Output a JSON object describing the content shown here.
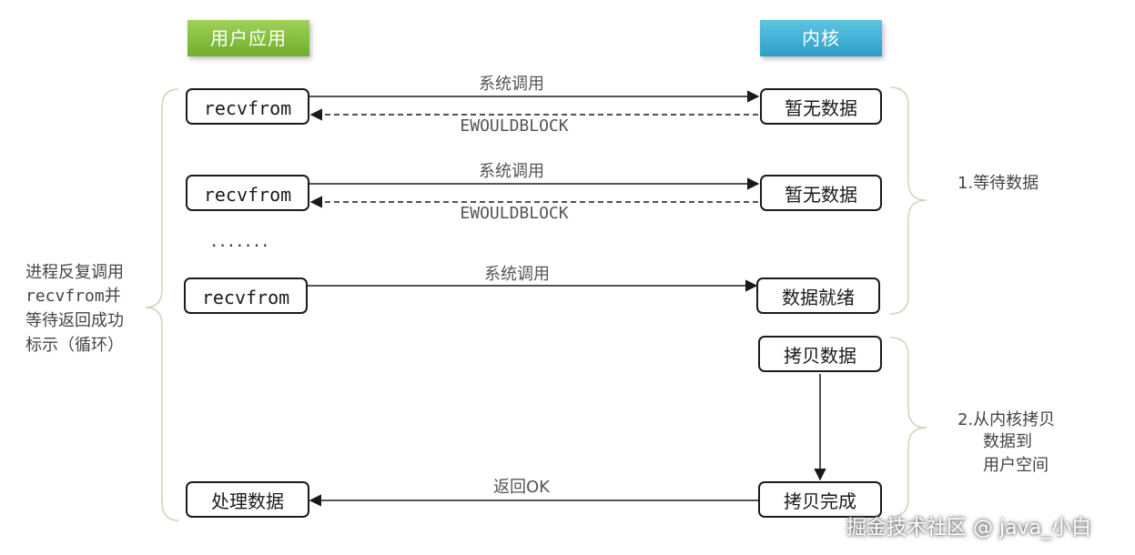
{
  "header": {
    "app": "用户应用",
    "kernel": "内核"
  },
  "rows": [
    {
      "app_call": "recvfrom",
      "call_label": "系统调用",
      "kernel_state": "暂无数据",
      "return_label": "EWOULDBLOCK"
    },
    {
      "app_call": "recvfrom",
      "call_label": "系统调用",
      "kernel_state": "暂无数据",
      "return_label": "EWOULDBLOCK"
    },
    {
      "app_call": "recvfrom",
      "call_label": "系统调用",
      "kernel_state": "数据就绪"
    }
  ],
  "ellipsis": ".......",
  "copy": {
    "start": "拷贝数据",
    "done": "拷贝完成",
    "return_label": "返回OK",
    "process": "处理数据"
  },
  "phases": {
    "wait": "1.等待数据",
    "copy_lines": [
      "2.从内核拷贝",
      "数据到",
      "用户空间"
    ]
  },
  "left_note": [
    "进程反复调用",
    "recvfrom并",
    "等待返回成功",
    "标示（循环）"
  ],
  "watermark": "掘金技术社区 @ java_小白"
}
